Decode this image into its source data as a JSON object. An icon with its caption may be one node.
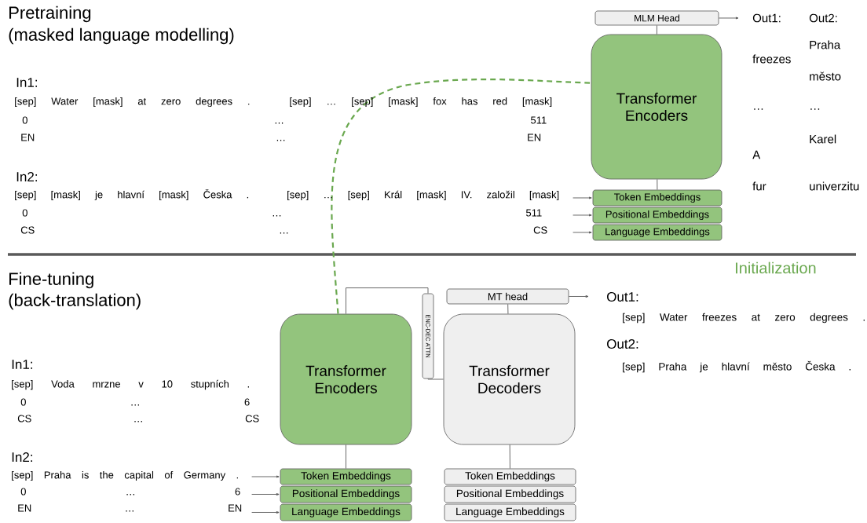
{
  "diagram": {
    "nodes": [
      {
        "text": [
          "MLM Head"
        ]
      },
      {
        "text": [
          "Transformer Encoders"
        ]
      },
      {
        "text": [
          "Token Embeddings"
        ]
      },
      {
        "text": [
          "Positional Embeddings"
        ]
      },
      {
        "text": [
          "Language Embeddings"
        ]
      },
      {
        "text": [
          "MT head"
        ]
      },
      {
        "text": [
          "Transformer Encoders"
        ]
      },
      {
        "text": [
          "ENC-DEC ATTN"
        ]
      },
      {
        "text": [
          "Transformer Decoders"
        ]
      },
      {
        "text": [
          "Token Embeddings"
        ]
      },
      {
        "text": [
          "Positional Embeddings"
        ]
      },
      {
        "text": [
          "Language Embeddings"
        ]
      },
      {
        "text": [
          "Token Embeddings"
        ]
      },
      {
        "text": [
          "Positional Embeddings"
        ]
      },
      {
        "text": [
          "Language Embeddings"
        ]
      }
    ],
    "edges": [
      {
        "from": 2,
        "to": 1,
        "arrow": "none"
      },
      {
        "from": 1,
        "to": 0,
        "arrow": "none"
      },
      {
        "from": 0,
        "to": null,
        "arrow": "to"
      },
      {
        "from": null,
        "to": 2,
        "arrow": "to"
      },
      {
        "from": null,
        "to": 3,
        "arrow": "to"
      },
      {
        "from": null,
        "to": 4,
        "arrow": "to"
      },
      {
        "from": 6,
        "to": 1,
        "arrow": "none",
        "style": "dashed",
        "color": "#6aa84f"
      },
      {
        "from": 6,
        "to": 7,
        "arrow": "none"
      },
      {
        "from": 7,
        "to": 8,
        "arrow": "none"
      },
      {
        "from": 8,
        "to": 5,
        "arrow": "none"
      },
      {
        "from": 5,
        "to": null,
        "arrow": "to"
      },
      {
        "from": 9,
        "to": 6,
        "arrow": "none"
      },
      {
        "from": 12,
        "to": 8,
        "arrow": "none"
      },
      {
        "from": null,
        "to": 9,
        "arrow": "to"
      },
      {
        "from": null,
        "to": 10,
        "arrow": "to"
      },
      {
        "from": null,
        "to": 11,
        "arrow": "to"
      }
    ],
    "labels": [
      "Pretraining",
      "(masked language modelling)",
      "In1:",
      "[sep] Water [mask] at zero degrees . [sep] … [sep] [mask] fox has red [mask]",
      "0 … 511",
      "EN … EN",
      "In2:",
      "[sep] [mask] je hlavní [mask] Česka . [sep] … [sep] Král [mask] IV. založil [mask]",
      "0 … 511",
      "CS … CS",
      "Out1:",
      "Out2:",
      "Praha",
      "freezes",
      "město",
      "…",
      "…",
      "Karel",
      "A",
      "fur",
      "univerzitu",
      "Initialization",
      "Fine-tuning",
      "(back-translation)",
      "Out1:",
      "[sep] Water freezes at zero degrees .",
      "Out2:",
      "In1:",
      "[sep] Praha je hlavní město Česka .",
      "[sep] Voda mrzne v 10 stupních .",
      "0 … 6",
      "CS … CS",
      "In2:",
      "[sep] Praha is the capital of Germany .",
      "0 … 6",
      "EN … EN"
    ]
  }
}
